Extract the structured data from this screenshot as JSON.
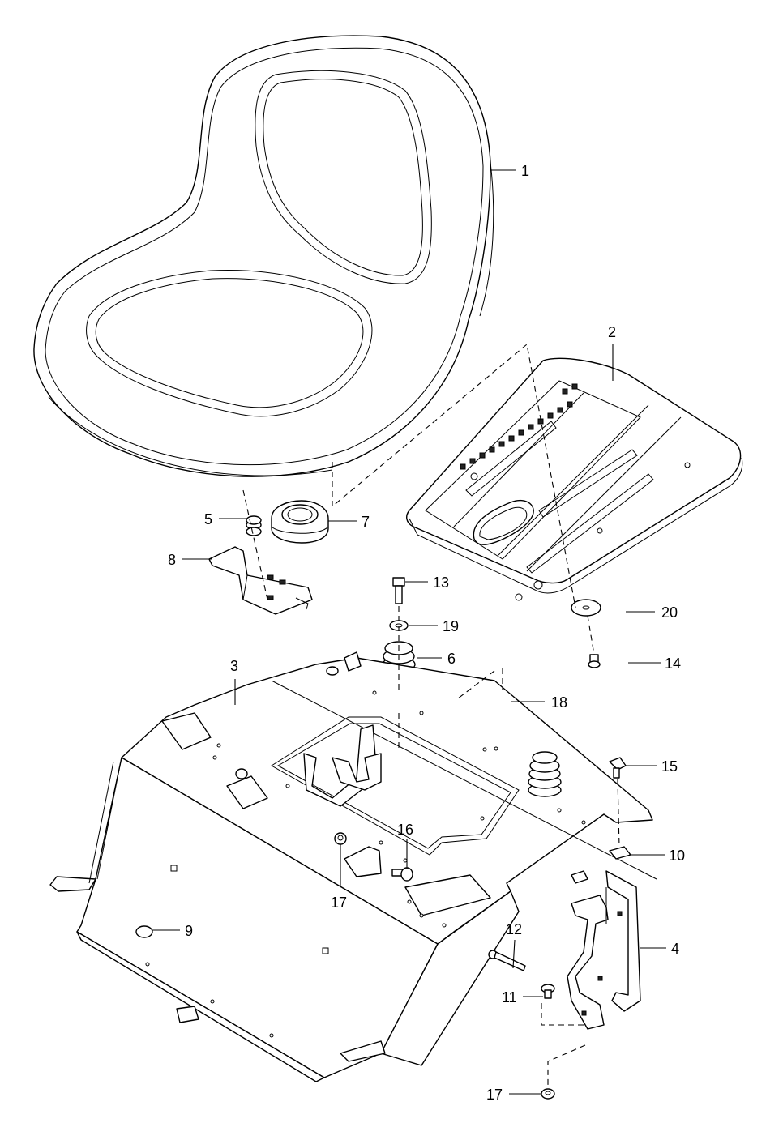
{
  "diagram": {
    "callouts": [
      "1",
      "2",
      "3",
      "4",
      "5",
      "6",
      "7",
      "8",
      "9",
      "10",
      "11",
      "12",
      "13",
      "14",
      "15",
      "16",
      "17",
      "17",
      "18",
      "19",
      "20"
    ]
  }
}
